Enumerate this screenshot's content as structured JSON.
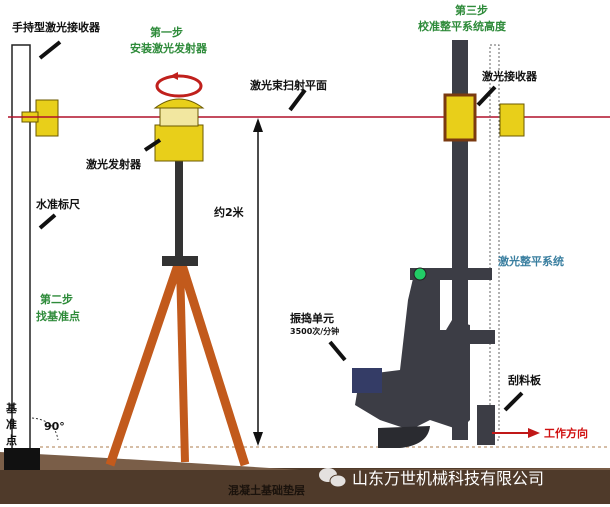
{
  "labels": {
    "handheld_receiver": "手持型激光接收器",
    "step1_title": "第一步",
    "step1_desc": "安装激光发射器",
    "laser_plane": "激光束扫射平面",
    "step3_title": "第三步",
    "step3_desc": "校准整平系统高度",
    "laser_receiver": "激光接收器",
    "laser_emitter": "激光发射器",
    "level_staff": "水准标尺",
    "height": "约2米",
    "leveling_system": "激光整平系统",
    "step2_title": "第二步",
    "step2_desc": "找基准点",
    "vibration_unit": "振捣单元",
    "vibration_rate": "3500次/分钟",
    "scraper": "刮料板",
    "work_direction": "工作方向",
    "datum_1": "基",
    "datum_2": "准",
    "datum_3": "点",
    "angle": "90°",
    "base_layer": "混凝土基础垫层",
    "watermark": "山东万世机械科技有限公司"
  },
  "colors": {
    "laser": "#b0102a",
    "yellow": "#e8cf1a",
    "wood": "#c25a1c",
    "machine": "#3c3d45",
    "ground": "#4f3a2a",
    "green": "#2e8b3a"
  }
}
